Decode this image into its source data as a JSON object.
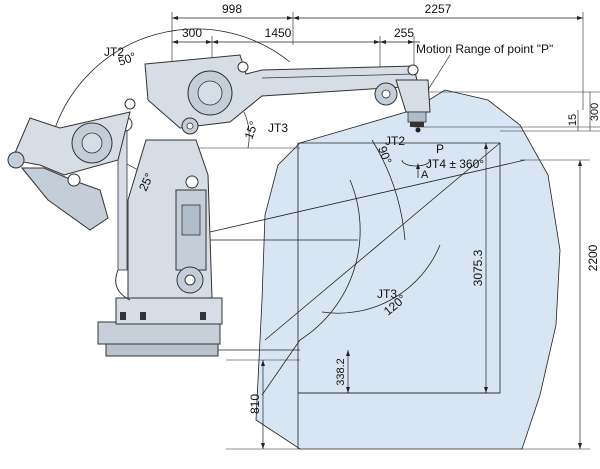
{
  "dimensions": {
    "d998": "998",
    "d2257": "2257",
    "d300": "300",
    "d1450": "1450",
    "d255": "255",
    "d300_right": "300",
    "d15": "15",
    "d2200": "2200",
    "d3075_3": "3075.3",
    "d338_2": "338.2",
    "d810": "810"
  },
  "labels": {
    "jt2_top": "JT2",
    "angle_50": "50°",
    "motion_range": "Motion Range of point \"P\"",
    "jt3_top": "JT3",
    "angle_15": "15°",
    "jt2_mid": "JT2",
    "angle_90": "90°",
    "point_p": "P",
    "jt4": "JT4 ± 360°",
    "view_a": "A",
    "angle_25": "25°",
    "jt3_bottom": "JT3",
    "angle_120": "120°"
  },
  "colors": {
    "robot_body": "#d6dde4",
    "robot_dark": "#a9b5c0",
    "motion_fill": "#d8e6f3",
    "line": "#222222"
  }
}
